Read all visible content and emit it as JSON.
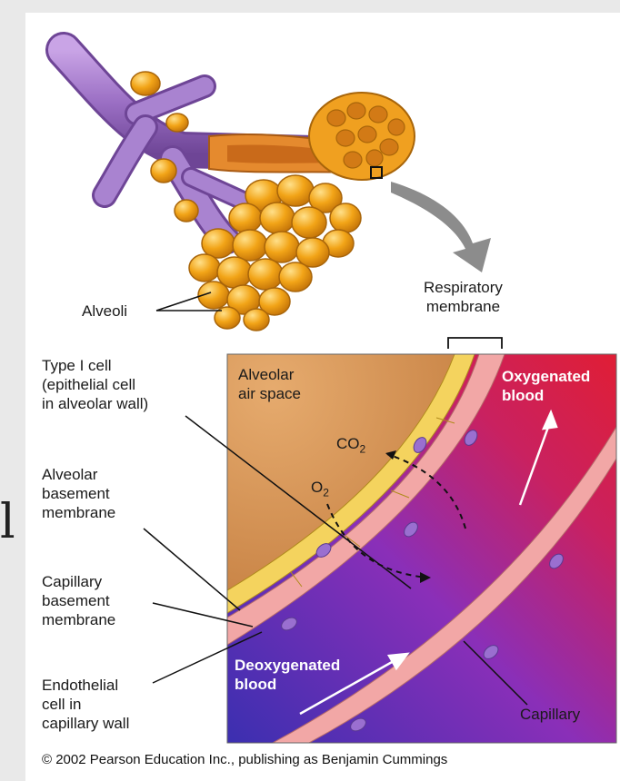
{
  "labels": {
    "alveoli": "Alveoli",
    "respiratory_membrane": "Respiratory\nmembrane",
    "type1_cell": "Type I cell\n(epithelial cell\nin alveolar wall)",
    "alveolar_basement": "Alveolar\nbasement\nmembrane",
    "capillary_basement": "Capillary\nbasement\nmembrane",
    "endothelial": "Endothelial\ncell in\ncapillary wall",
    "air_space": "Alveolar\nair space",
    "co2": "CO",
    "co2_sub": "2",
    "o2": "O",
    "o2_sub": "2",
    "oxygenated": "Oxygenated\nblood",
    "deoxygenated": "Deoxygenated\nblood",
    "capillary": "Capillary"
  },
  "copyright": "© 2002 Pearson Education Inc., publishing as Benjamin Cummings",
  "side_glyph": "l",
  "colors": {
    "bronchiole": "#9b6fc4",
    "alveolus": "#f2a417",
    "air_space": "#d9985a",
    "oxygenated": "#d8203a",
    "deoxygenated": "#4434b0",
    "epithelium": "#f4d35e",
    "endothelium": "#f2a7a6"
  }
}
